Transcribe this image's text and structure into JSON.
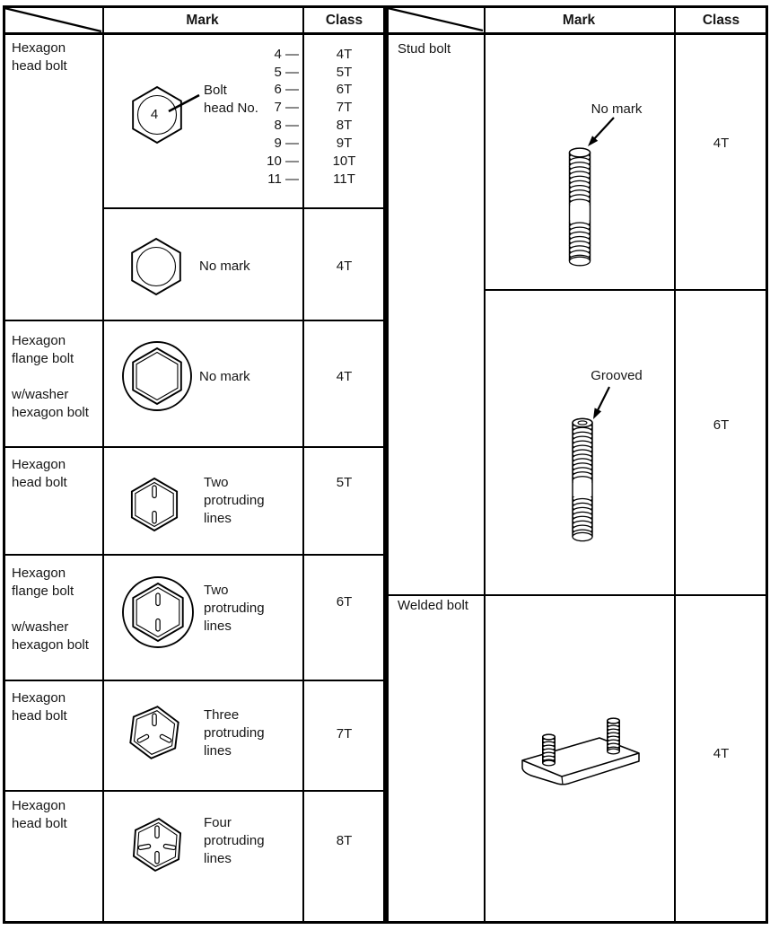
{
  "page": {
    "background": "#ffffff",
    "line_color": "#000000"
  },
  "left_table": {
    "header": {
      "mark": "Mark",
      "class": "Class"
    },
    "bolt_head_section": {
      "category": "Hexagon\nhead bolt",
      "hex_number": "4",
      "callout_label": "Bolt\nhead No.",
      "grades": [
        {
          "mark": "4 —",
          "class": "4T"
        },
        {
          "mark": "5 —",
          "class": "5T"
        },
        {
          "mark": "6 —",
          "class": "6T"
        },
        {
          "mark": "7 —",
          "class": "7T"
        },
        {
          "mark": "8 —",
          "class": "8T"
        },
        {
          "mark": "9 —",
          "class": "9T"
        },
        {
          "mark": "10 —",
          "class": "10T"
        },
        {
          "mark": "11 —",
          "class": "11T"
        }
      ],
      "no_mark": {
        "label": "No mark",
        "class": "4T"
      }
    },
    "rows": [
      {
        "category": "Hexagon\nflange bolt\n\nw/washer\nhexagon bolt",
        "mark": "No mark",
        "class": "4T"
      },
      {
        "category": "Hexagon\nhead bolt",
        "mark": "Two\nprotruding\nlines",
        "class": "5T"
      },
      {
        "category": "Hexagon\nflange bolt\n\nw/washer\nhexagon bolt",
        "mark": "Two\nprotruding\nlines",
        "class": "6T"
      },
      {
        "category": "Hexagon\nhead bolt",
        "mark": "Three\nprotruding\nlines",
        "class": "7T"
      },
      {
        "category": "Hexagon\nhead bolt",
        "mark": "Four\nprotruding\nlines",
        "class": "8T"
      }
    ]
  },
  "right_table": {
    "header": {
      "mark": "Mark",
      "class": "Class"
    },
    "stud_bolt": {
      "category": "Stud bolt",
      "no_mark": {
        "label": "No mark",
        "class": "4T"
      },
      "grooved": {
        "label": "Grooved",
        "class": "6T"
      }
    },
    "welded_bolt": {
      "category": "Welded bolt",
      "class": "4T"
    }
  }
}
